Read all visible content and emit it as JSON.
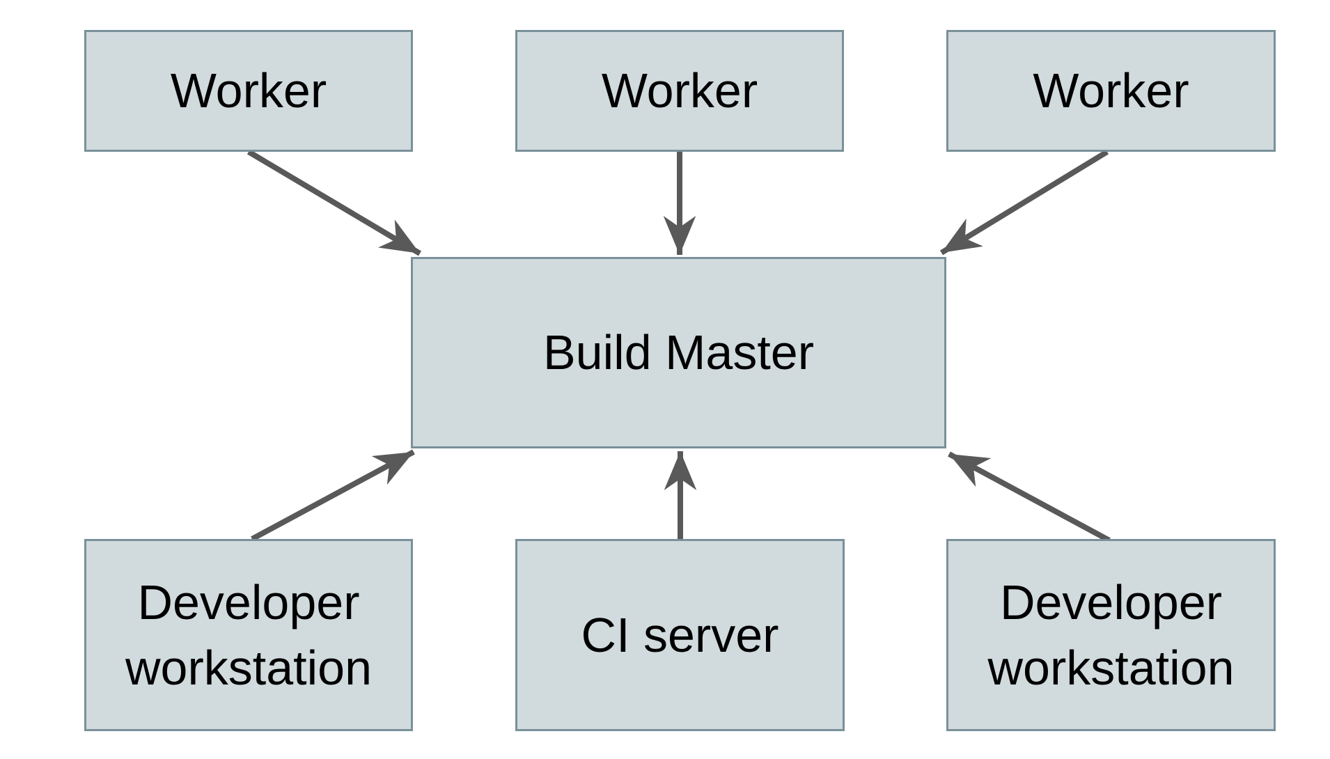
{
  "diagram": {
    "description": "Build Master architecture diagram",
    "colors": {
      "background": "#ffffff",
      "node_fill": "#d1dbde",
      "node_border": "#7a909a",
      "arrow": "#595959",
      "text": "#000000"
    },
    "nodes": [
      {
        "id": "worker-1",
        "label": "Worker"
      },
      {
        "id": "worker-2",
        "label": "Worker"
      },
      {
        "id": "worker-3",
        "label": "Worker"
      },
      {
        "id": "build-master",
        "label": "Build Master"
      },
      {
        "id": "developer-workstation-left",
        "label": "Developer workstation"
      },
      {
        "id": "ci-server",
        "label": "CI server"
      },
      {
        "id": "developer-workstation-right",
        "label": "Developer workstation"
      }
    ],
    "edges": [
      {
        "from": "worker-1",
        "to": "build-master"
      },
      {
        "from": "worker-2",
        "to": "build-master"
      },
      {
        "from": "worker-3",
        "to": "build-master"
      },
      {
        "from": "developer-workstation-left",
        "to": "build-master"
      },
      {
        "from": "ci-server",
        "to": "build-master"
      },
      {
        "from": "developer-workstation-right",
        "to": "build-master"
      }
    ]
  }
}
